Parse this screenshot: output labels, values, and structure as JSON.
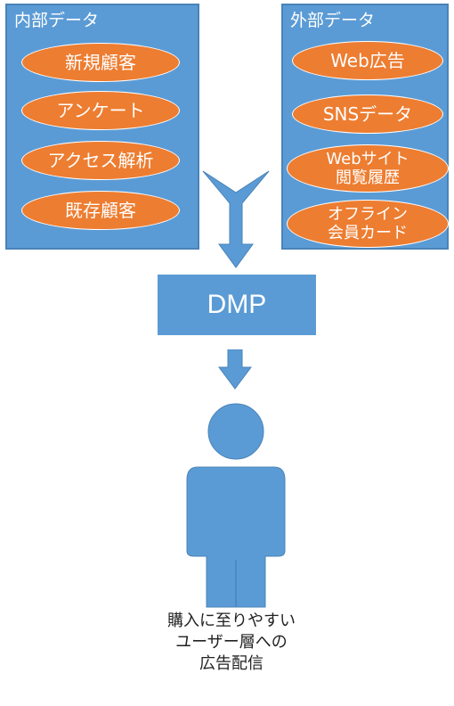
{
  "internal": {
    "title": "内部データ",
    "items": [
      "新規顧客",
      "アンケート",
      "アクセス解析",
      "既存顧客"
    ]
  },
  "external": {
    "title": "外部データ",
    "items": [
      "Web広告",
      "SNSデータ",
      "Webサイト\n閲覧履歴",
      "オフライン\n会員カード"
    ]
  },
  "dmp": {
    "label": "DMP"
  },
  "target": {
    "caption": "購入に至りやすい\nユーザー層への\n広告配信"
  },
  "colors": {
    "blue": "#5b9bd5",
    "orange": "#ed7d31"
  }
}
